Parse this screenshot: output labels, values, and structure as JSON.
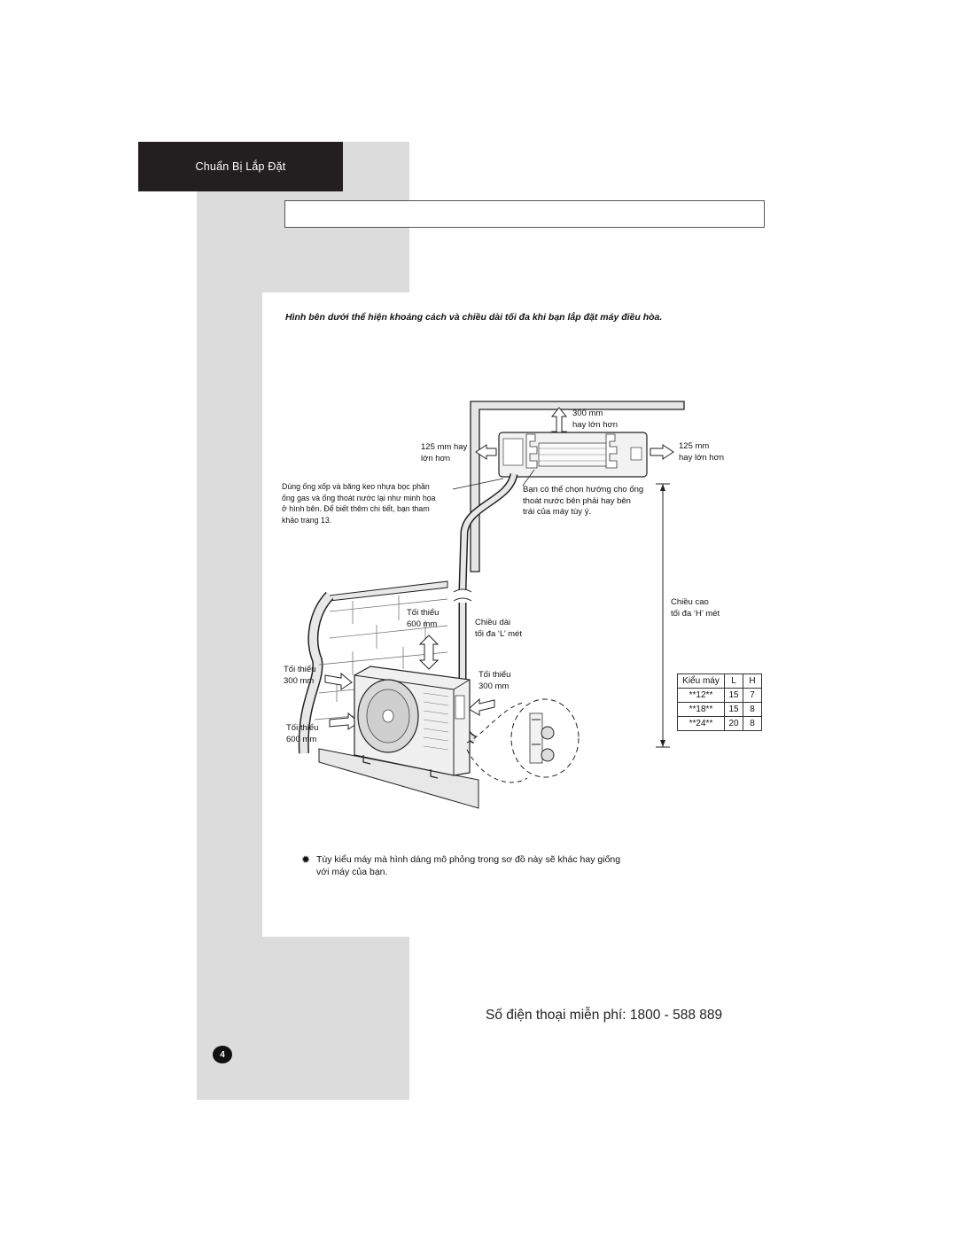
{
  "header": {
    "section_tab": "Chuẩn Bị Lắp Đặt"
  },
  "intro_text": "Hình bên dưới thể hiện khoảng cách và chiều dài tối đa khi bạn lắp đặt máy điều hòa.",
  "diagram": {
    "top_clearance": [
      "300 mm",
      "hay lớn hơn"
    ],
    "left_clearance": [
      "125 mm hay",
      "lớn hơn"
    ],
    "right_clearance": [
      "125 mm",
      "hay lớn hơn"
    ],
    "insulation_note": [
      "Dùng ống xốp và băng keo nhựa bọc phần",
      "ống gas và ống thoát nước lại như minh họa",
      "ở hình bên. Để biết thêm chi tiết, bạn tham",
      "khảo trang 13."
    ],
    "drain_note": [
      "Bạn có thể chọn hướng cho ống",
      "thoát nước bên phải hay bên",
      "trái của máy tùy ý."
    ],
    "max_height": [
      "Chiều cao",
      "tối đa ‘H’ mét"
    ],
    "outdoor_top": [
      "Tối thiểu",
      "600 mm"
    ],
    "max_length": [
      "Chiều dài",
      "tối đa ‘L’ mét"
    ],
    "outdoor_left": [
      "Tối thiểu",
      "300 mm"
    ],
    "outdoor_right": [
      "Tối thiểu",
      "300 mm"
    ],
    "outdoor_front": [
      "Tối thiểu",
      "600 mm"
    ]
  },
  "spec_table": {
    "headers": [
      "Kiểu máy",
      "L",
      "H"
    ],
    "rows": [
      [
        "**12**",
        "15",
        "7"
      ],
      [
        "**18**",
        "15",
        "8"
      ],
      [
        "**24**",
        "20",
        "8"
      ]
    ]
  },
  "note": {
    "bullet_icon": "star-burst-icon",
    "text_line1": "Tùy kiểu máy mà hình dáng mô phỏng trong sơ đồ này sẽ khác hay giống",
    "text_line2": "với máy của bạn."
  },
  "footer": {
    "phone": "Số điện thoại miễn phí: 1800 - 588 889",
    "page_number": "4"
  }
}
